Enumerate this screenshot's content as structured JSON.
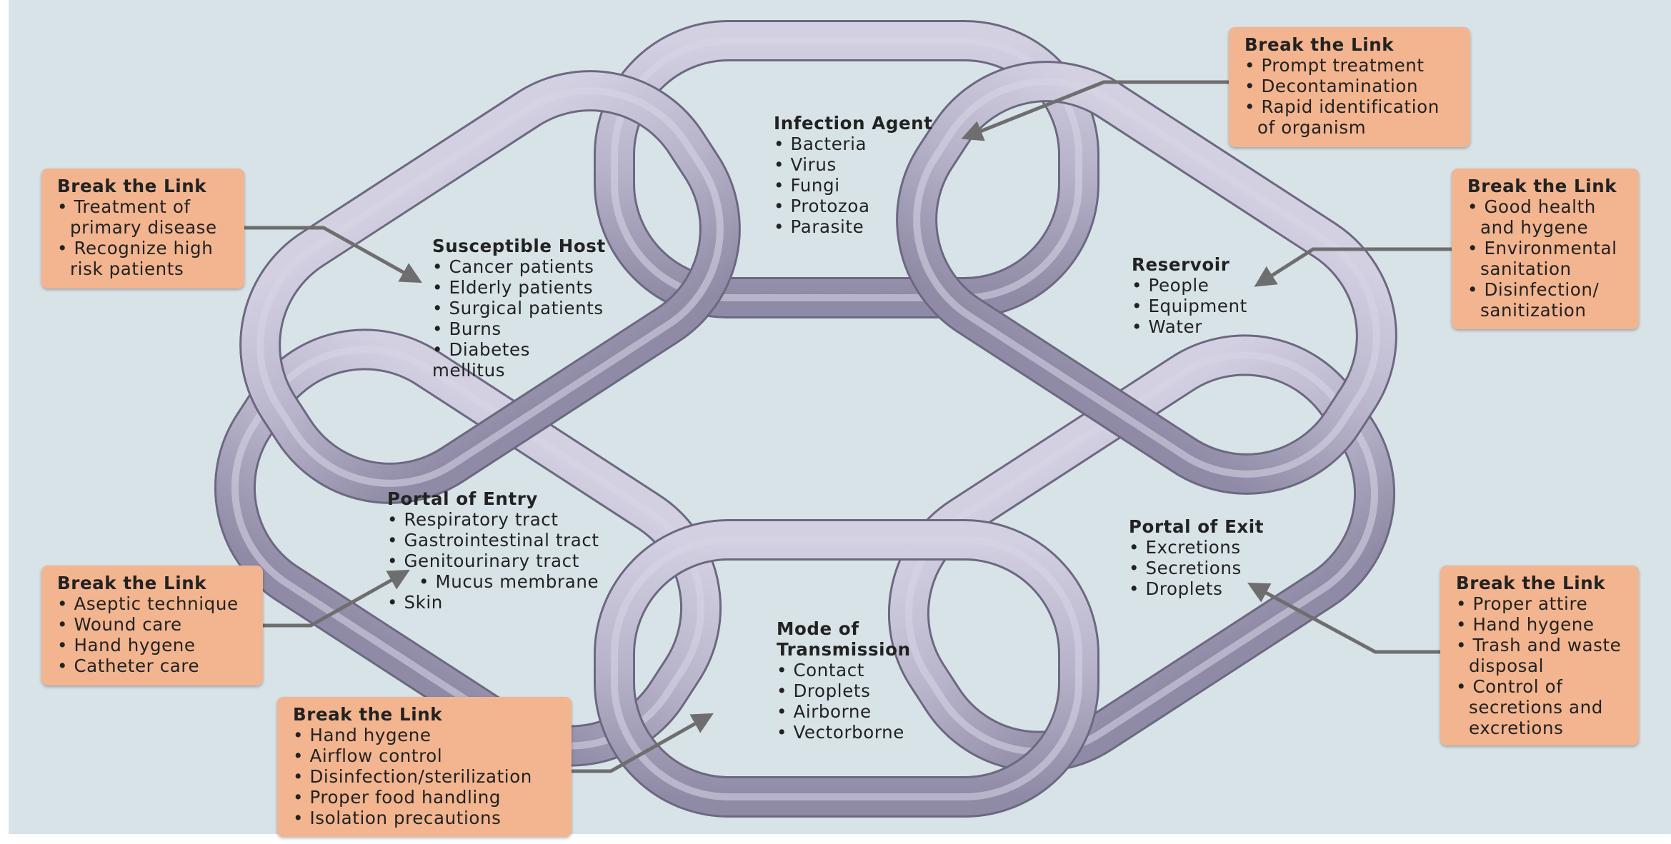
{
  "links": {
    "agent": {
      "title": "Infection Agent",
      "items": [
        "Bacteria",
        "Virus",
        "Fungi",
        "Protozoa",
        "Parasite"
      ]
    },
    "reservoir": {
      "title": "Reservoir",
      "items": [
        "People",
        "Equipment",
        "Water"
      ]
    },
    "exit": {
      "title": "Portal of Exit",
      "items": [
        "Excretions",
        "Secretions",
        "Droplets"
      ]
    },
    "transmission": {
      "title": "Mode of Transmission",
      "items": [
        "Contact",
        "Droplets",
        "Airborne",
        "Vectorborne"
      ]
    },
    "entry": {
      "title": "Portal of Entry",
      "items": [
        "Respiratory tract",
        "Gastrointestinal tract",
        "Genitourinary tract"
      ],
      "sub_items": [
        "Mucus membrane",
        "Skin"
      ]
    },
    "host": {
      "title": "Susceptible Host",
      "items": [
        "Cancer patients",
        "Elderly patients",
        "Surgical patients",
        "Burns",
        "Diabetes mellitus"
      ]
    }
  },
  "break_boxes": {
    "agent": {
      "title": "Break the Link",
      "items": [
        "Prompt treatment",
        "Decontamination",
        "Rapid identification of organism"
      ]
    },
    "reservoir": {
      "title": "Break the Link",
      "items": [
        "Good health and hygene",
        "Environmental sanitation",
        "Disinfection/ sanitization"
      ]
    },
    "exit": {
      "title": "Break the Link",
      "items": [
        "Proper attire",
        "Hand hygene",
        "Trash and waste disposal",
        "Control of secretions and excretions"
      ]
    },
    "transmission": {
      "title": "Break the Link",
      "items": [
        "Hand hygene",
        "Airflow control",
        "Disinfection/sterilization",
        "Proper food handling",
        "Isolation precautions"
      ]
    },
    "entry": {
      "title": "Break the Link",
      "items": [
        "Aseptic technique",
        "Wound care",
        "Hand hygene",
        "Catheter care"
      ]
    },
    "host": {
      "title": "Break the Link",
      "items": [
        "Treatment of primary disease",
        "Recognize high risk patients"
      ]
    }
  },
  "colors": {
    "background": "#d8e3e8",
    "link_fill": "#b9b6cd",
    "link_edge": "#6c6880",
    "box_fill": "#f2b58f",
    "arrow": "#6e6e6e"
  }
}
